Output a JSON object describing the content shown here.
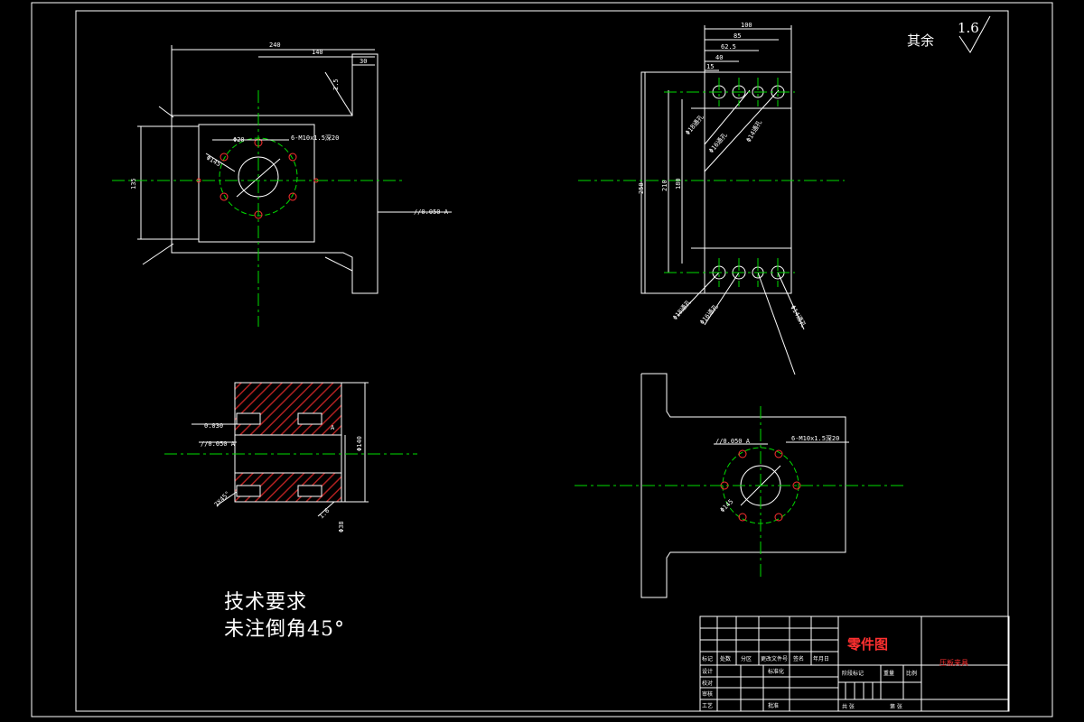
{
  "tech": {
    "title": "技术要求",
    "note": "未注倒角45°"
  },
  "roughness": {
    "label": "其余",
    "value": "1.6"
  },
  "title_block": {
    "drawing_name": "零件图",
    "part_name": "压板夹具",
    "headers": {
      "mark": "标记",
      "count": "处数",
      "zone": "分区",
      "change_no": "更改文件号",
      "sign": "签名",
      "date": "年月日"
    },
    "roles": {
      "design": "设计",
      "check": "校对",
      "review": "审核",
      "process": "工艺"
    },
    "standard": "标准化",
    "approve": "批准",
    "stage": "阶段标记",
    "weight": "重量",
    "scale": "比例",
    "total": "共 张",
    "sheet": "第 张"
  },
  "dims": {
    "top_240": "240",
    "top_140": "140",
    "top_30": "30",
    "top_2_5": "2.5",
    "v_135": "135",
    "d_145": "Φ145",
    "tap": "6-M10x1.5深20",
    "dia20": "Φ20",
    "r_100": "100",
    "r_85": "85",
    "r_62_5": "62.5",
    "r_40": "40",
    "r_15": "15",
    "r_250": "250",
    "r_210": "210",
    "r_180": "180",
    "h_18": "Φ18通孔",
    "h_16": "Φ16通孔",
    "h_14": "Φ14通孔",
    "sec_140": "Φ140",
    "sec_38": "Φ38",
    "flat": "0.030",
    "par": "//0.050 A",
    "bot_par": "//0.050 A",
    "bot_tap": "6-M10x1.5深20",
    "bot_d": "Φ145",
    "ra": "1.6",
    "a": "A",
    "corner": "2X45°"
  },
  "colors": {
    "frame": "#ffffff",
    "center": "#00dd00",
    "red": "#ff3030",
    "hatch": "#b02020"
  }
}
